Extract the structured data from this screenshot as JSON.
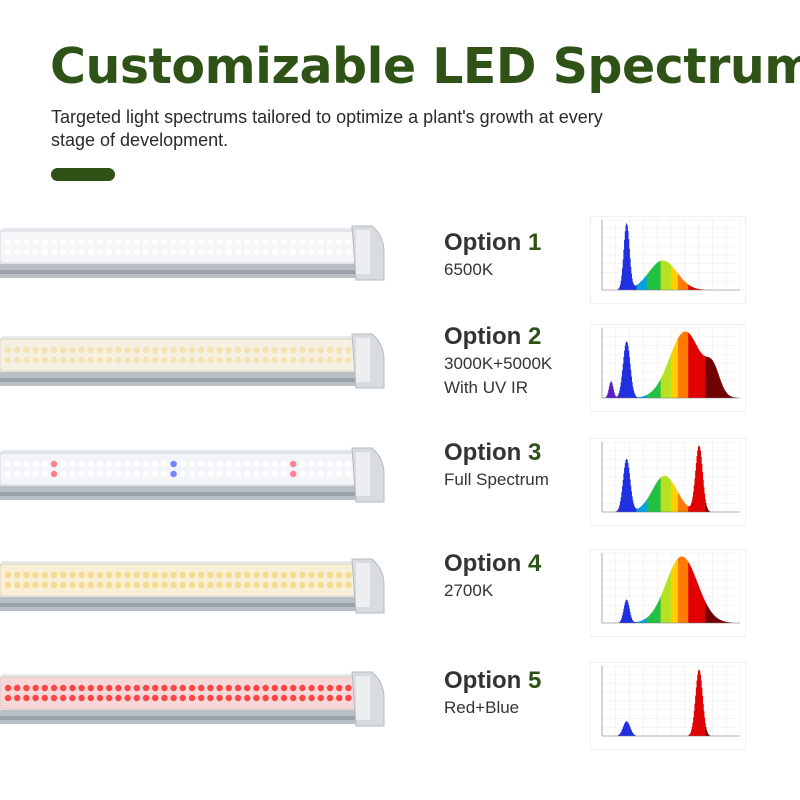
{
  "header": {
    "title": "Customizable LED Spectrum",
    "subtitle": "Targeted light spectrums tailored to optimize a plant's growth at every stage of development.",
    "accent_color": "#2f5316"
  },
  "options": [
    {
      "label": "Option",
      "number": "1",
      "lines": [
        "6500K"
      ],
      "led_style": "cool-white"
    },
    {
      "label": "Option",
      "number": "2",
      "lines": [
        "3000K+5000K",
        "With UV IR"
      ],
      "led_style": "warm-white"
    },
    {
      "label": "Option",
      "number": "3",
      "lines": [
        "Full Spectrum"
      ],
      "led_style": "full-spectrum"
    },
    {
      "label": "Option",
      "number": "4",
      "lines": [
        "2700K"
      ],
      "led_style": "warm-yellow"
    },
    {
      "label": "Option",
      "number": "5",
      "lines": [
        "Red+Blue"
      ],
      "led_style": "red"
    }
  ],
  "icons": [
    "led-tube-icon",
    "spectrum-graph-icon"
  ]
}
